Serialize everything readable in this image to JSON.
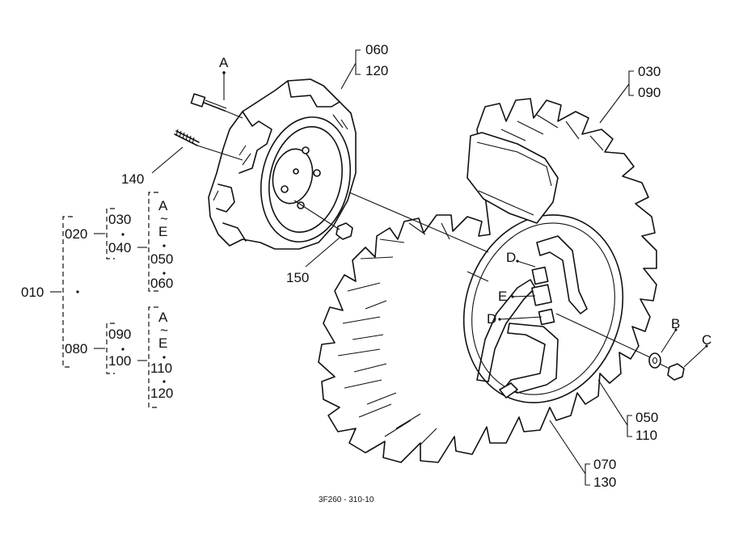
{
  "diagram": {
    "drawing_code": "3F260 - 310-10",
    "letters": {
      "a": "A",
      "b": "B",
      "c": "C",
      "d1": "D",
      "d2": "D",
      "e1": "E"
    },
    "callouts": {
      "c060": "060",
      "c120a": "120",
      "c030a": "030",
      "c090a": "090",
      "c140": "140",
      "c150": "150",
      "c050a": "050",
      "c110a": "110",
      "c070": "070",
      "c130": "130"
    },
    "tree": {
      "root": "010",
      "n020": "020",
      "n030": "030",
      "n040": "040",
      "n080": "080",
      "n090": "090",
      "n100": "100",
      "upper_a": "A",
      "upper_tilde": "~",
      "upper_e": "E",
      "upper_050": "050",
      "upper_060": "060",
      "lower_a": "A",
      "lower_tilde": "~",
      "lower_e": "E",
      "lower_110": "110",
      "lower_120": "120"
    }
  }
}
